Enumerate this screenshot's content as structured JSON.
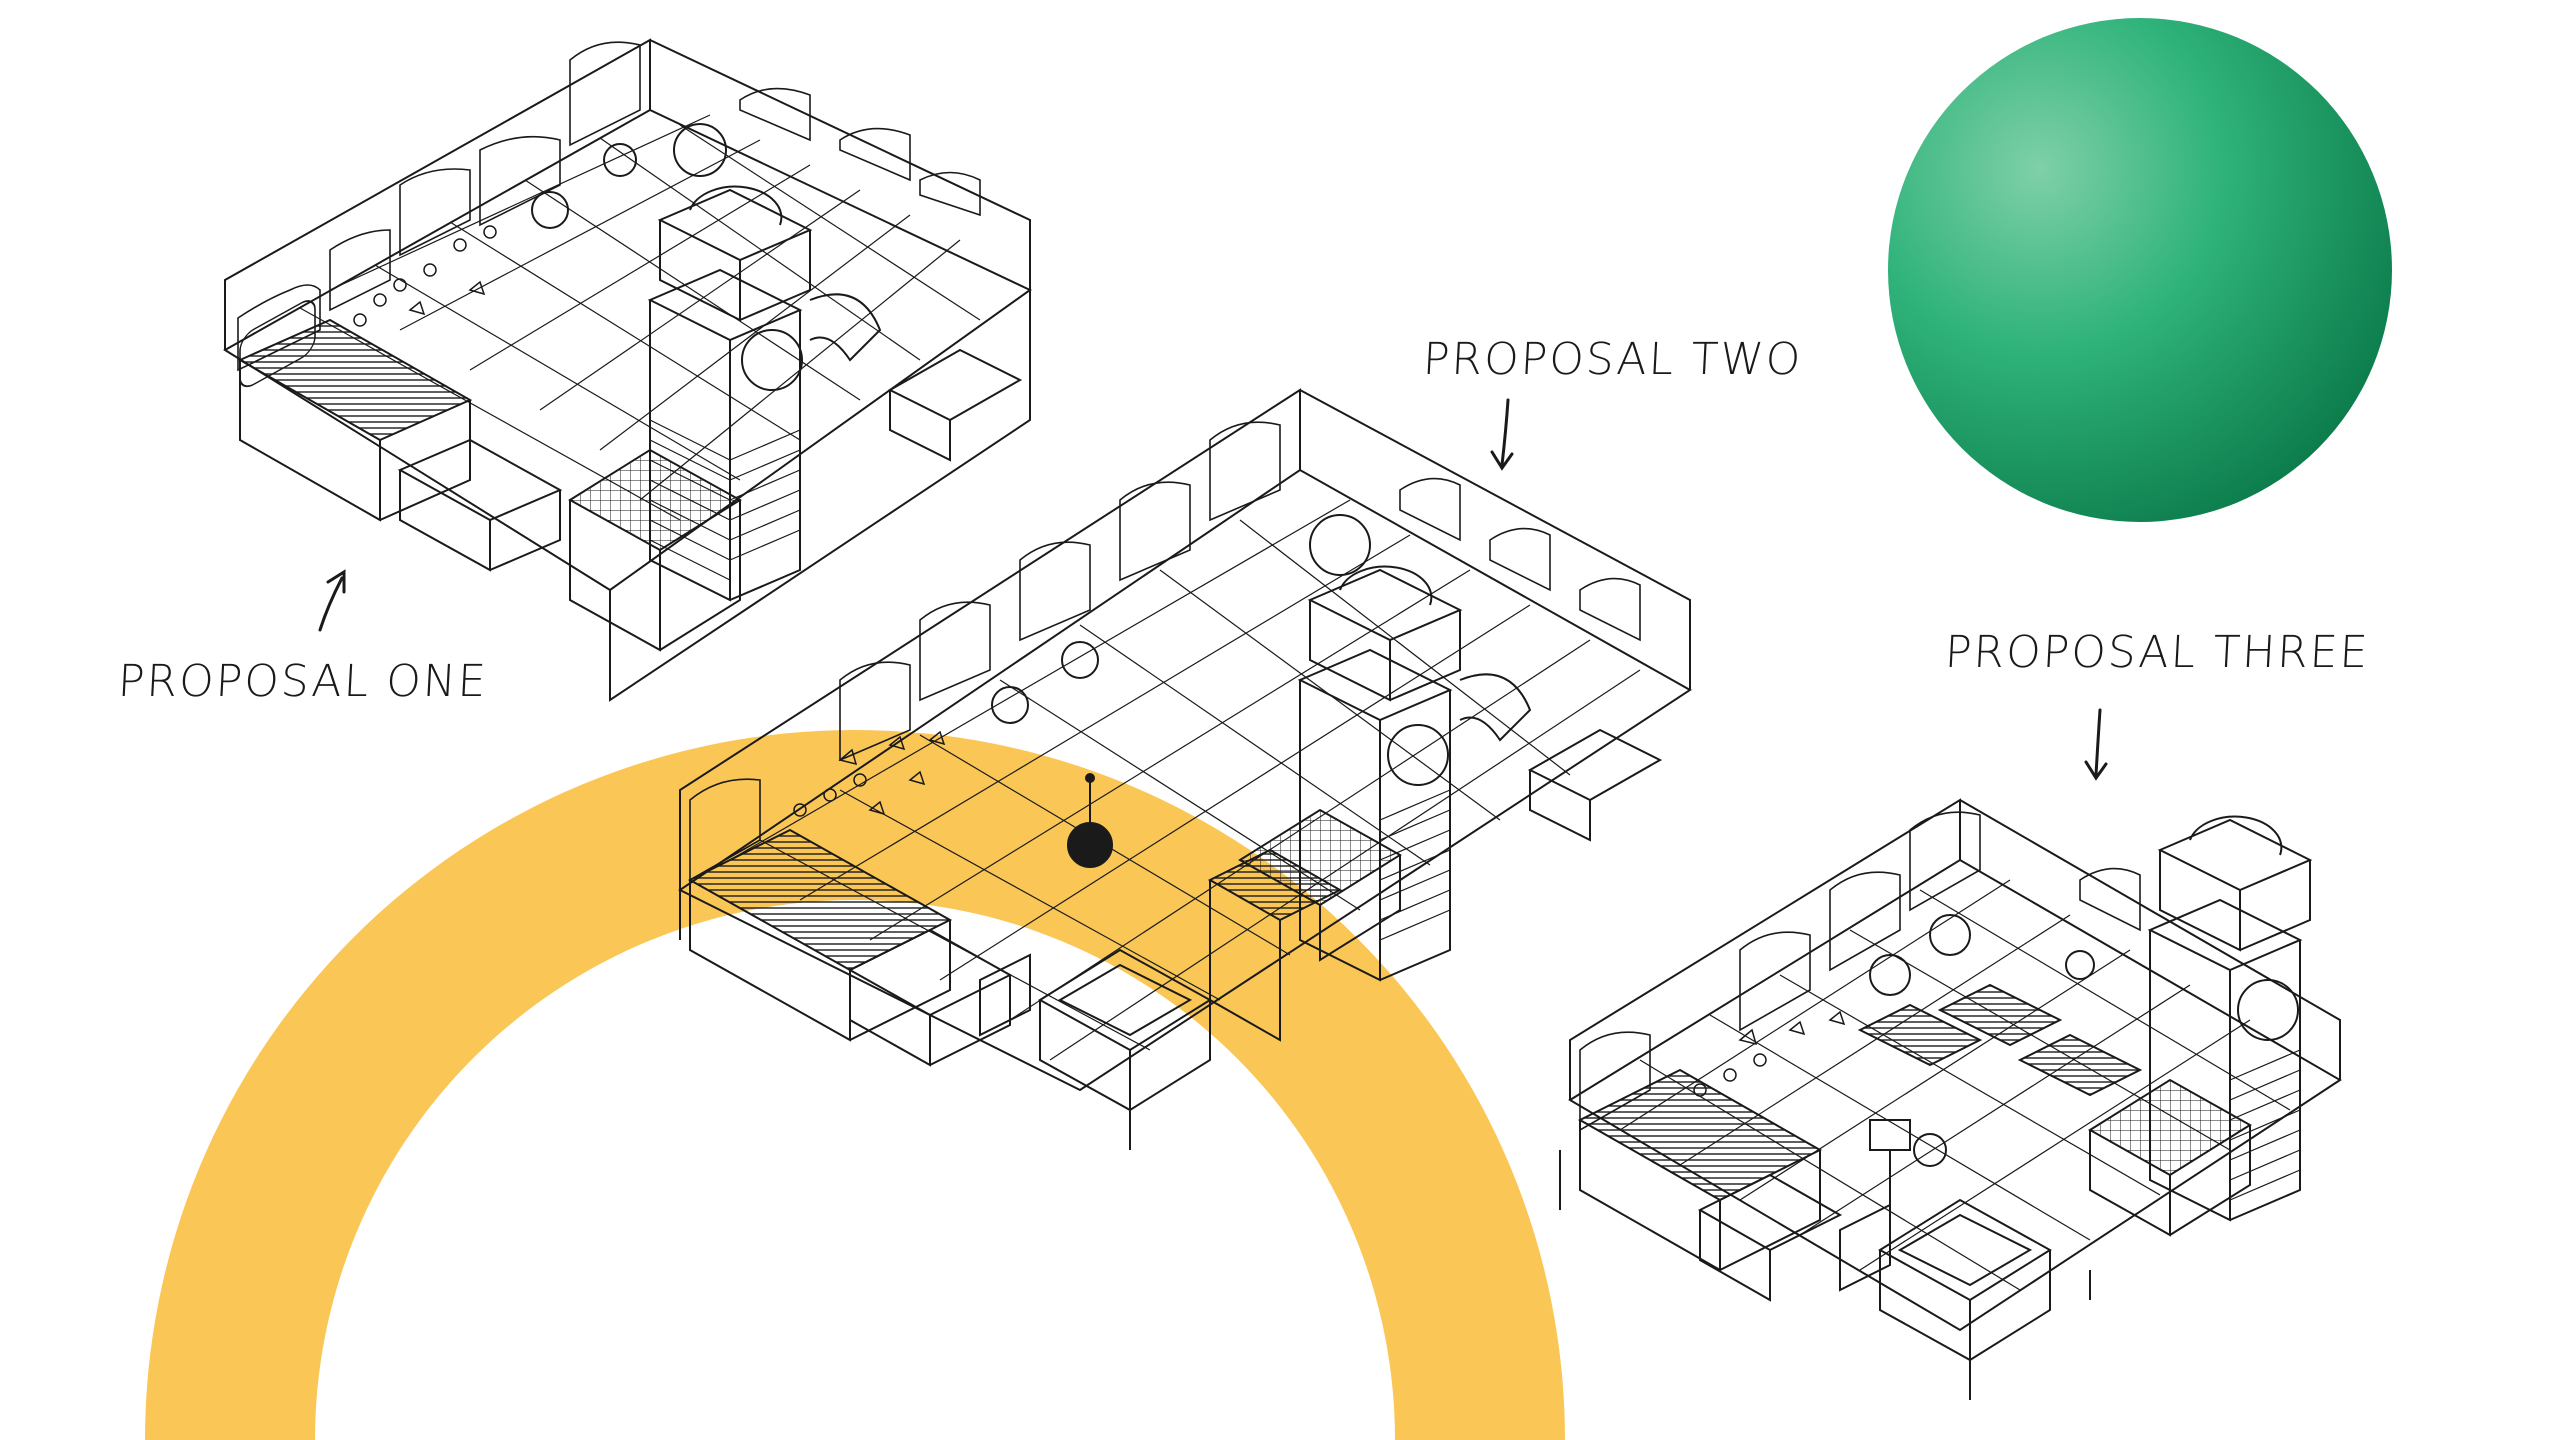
{
  "labels": {
    "proposal_one": "PROPOSAL ONE",
    "proposal_two": "PROPOSAL TWO",
    "proposal_three": "PROPOSAL THREE"
  },
  "colors": {
    "background": "#ffffff",
    "ink": "#1a1a1a",
    "highlight_ring": "#f9bd3a",
    "sphere_light": "#7fd0a8",
    "sphere_mid": "#2fb37a",
    "sphere_dark": "#0b7a4a"
  },
  "icons": [
    "arrow-up-right-icon",
    "arrow-down-icon",
    "green-sphere",
    "yellow-ring"
  ]
}
